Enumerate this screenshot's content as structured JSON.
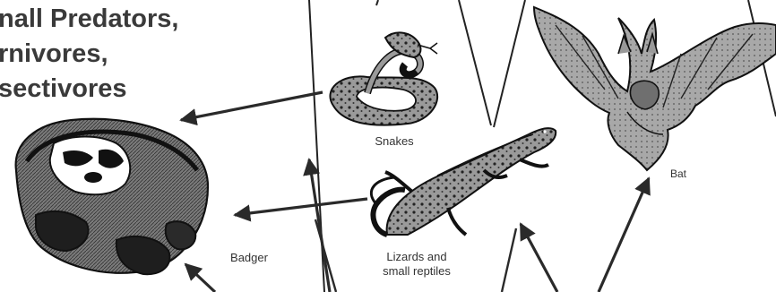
{
  "heading": {
    "line1": "nall Predators,",
    "line2": "rnivores,",
    "line3": "sectivores"
  },
  "labels": {
    "snakes": "Snakes",
    "bat": "Bat",
    "badger": "Badger",
    "lizards_line1": "Lizards and",
    "lizards_line2": "small reptiles"
  },
  "colors": {
    "ink": "#1a1a1a",
    "fill_gray": "#8f8f8f",
    "fill_light": "#b8b8b8",
    "text": "#3a3a3a"
  }
}
